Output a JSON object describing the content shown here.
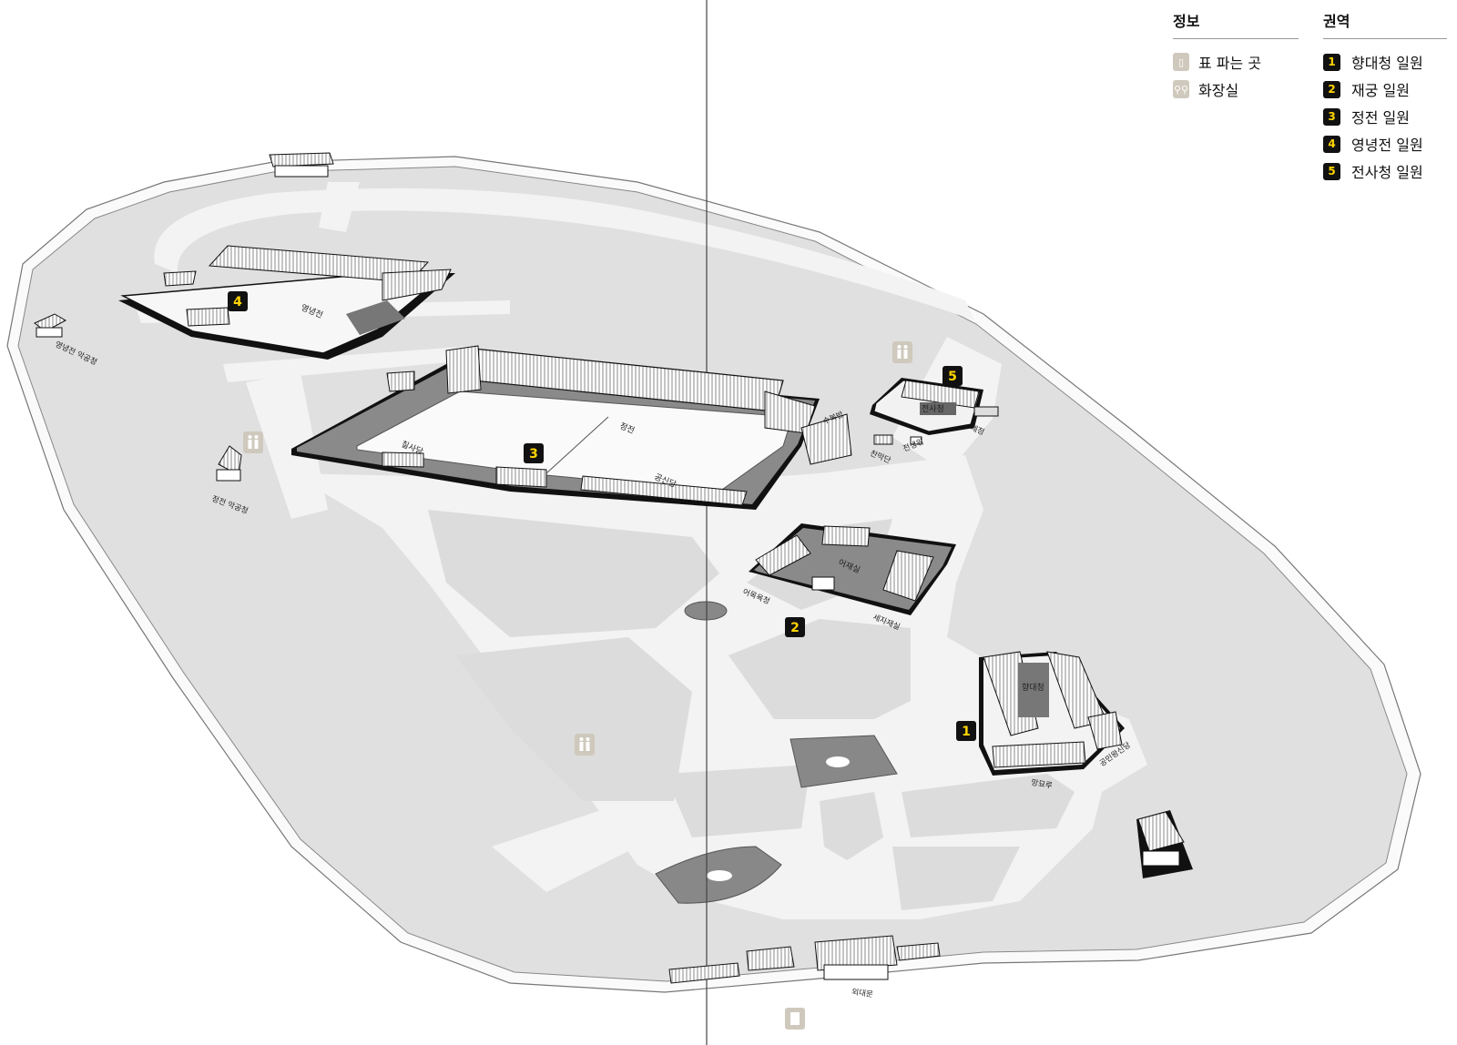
{
  "legend": {
    "info": {
      "title": "정보",
      "items": [
        {
          "icon": "ticket-booth-icon",
          "label": "표 파는 곳"
        },
        {
          "icon": "restroom-icon",
          "label": "화장실"
        }
      ]
    },
    "zones": {
      "title": "권역",
      "items": [
        {
          "number": "1",
          "label": "향대청 일원"
        },
        {
          "number": "2",
          "label": "재궁 일원"
        },
        {
          "number": "3",
          "label": "정전 일원"
        },
        {
          "number": "4",
          "label": "영녕전 일원"
        },
        {
          "number": "5",
          "label": "전사청 일원"
        }
      ]
    }
  },
  "map": {
    "zone_badges": {
      "z1": "1",
      "z2": "2",
      "z3": "3",
      "z4": "4",
      "z5": "5"
    },
    "labels": {
      "yeongnyeongjeon_akgongcheong": "영녕전 악공청",
      "jeongjeon_akgongcheong": "정전 악공청",
      "yeongnyeongjeon": "영녕전",
      "jeongjeon": "정전",
      "gongsindang": "공신당",
      "chilsadang": "칠사당",
      "sujangjik": "수복방",
      "jeonsacheong": "전사청",
      "jejeong": "제정",
      "chanmakdan": "찬막단",
      "jeonsaengwi": "전생위",
      "eojaesil": "어재실",
      "eomokyokcheong": "어목욕청",
      "sejajaesil": "세자재실",
      "hyangdaecheong": "향대청",
      "mangmyoru": "망묘루",
      "gongminwangsindang": "공민왕신당",
      "oedaemun": "외대문"
    },
    "colors": {
      "ground": "#e0e0e0",
      "path": "#f4f4f4",
      "outline": "#111111",
      "badge_bg": "#111111",
      "badge_fg": "#ffd400",
      "icon_tan": "#cfc9bd"
    }
  }
}
